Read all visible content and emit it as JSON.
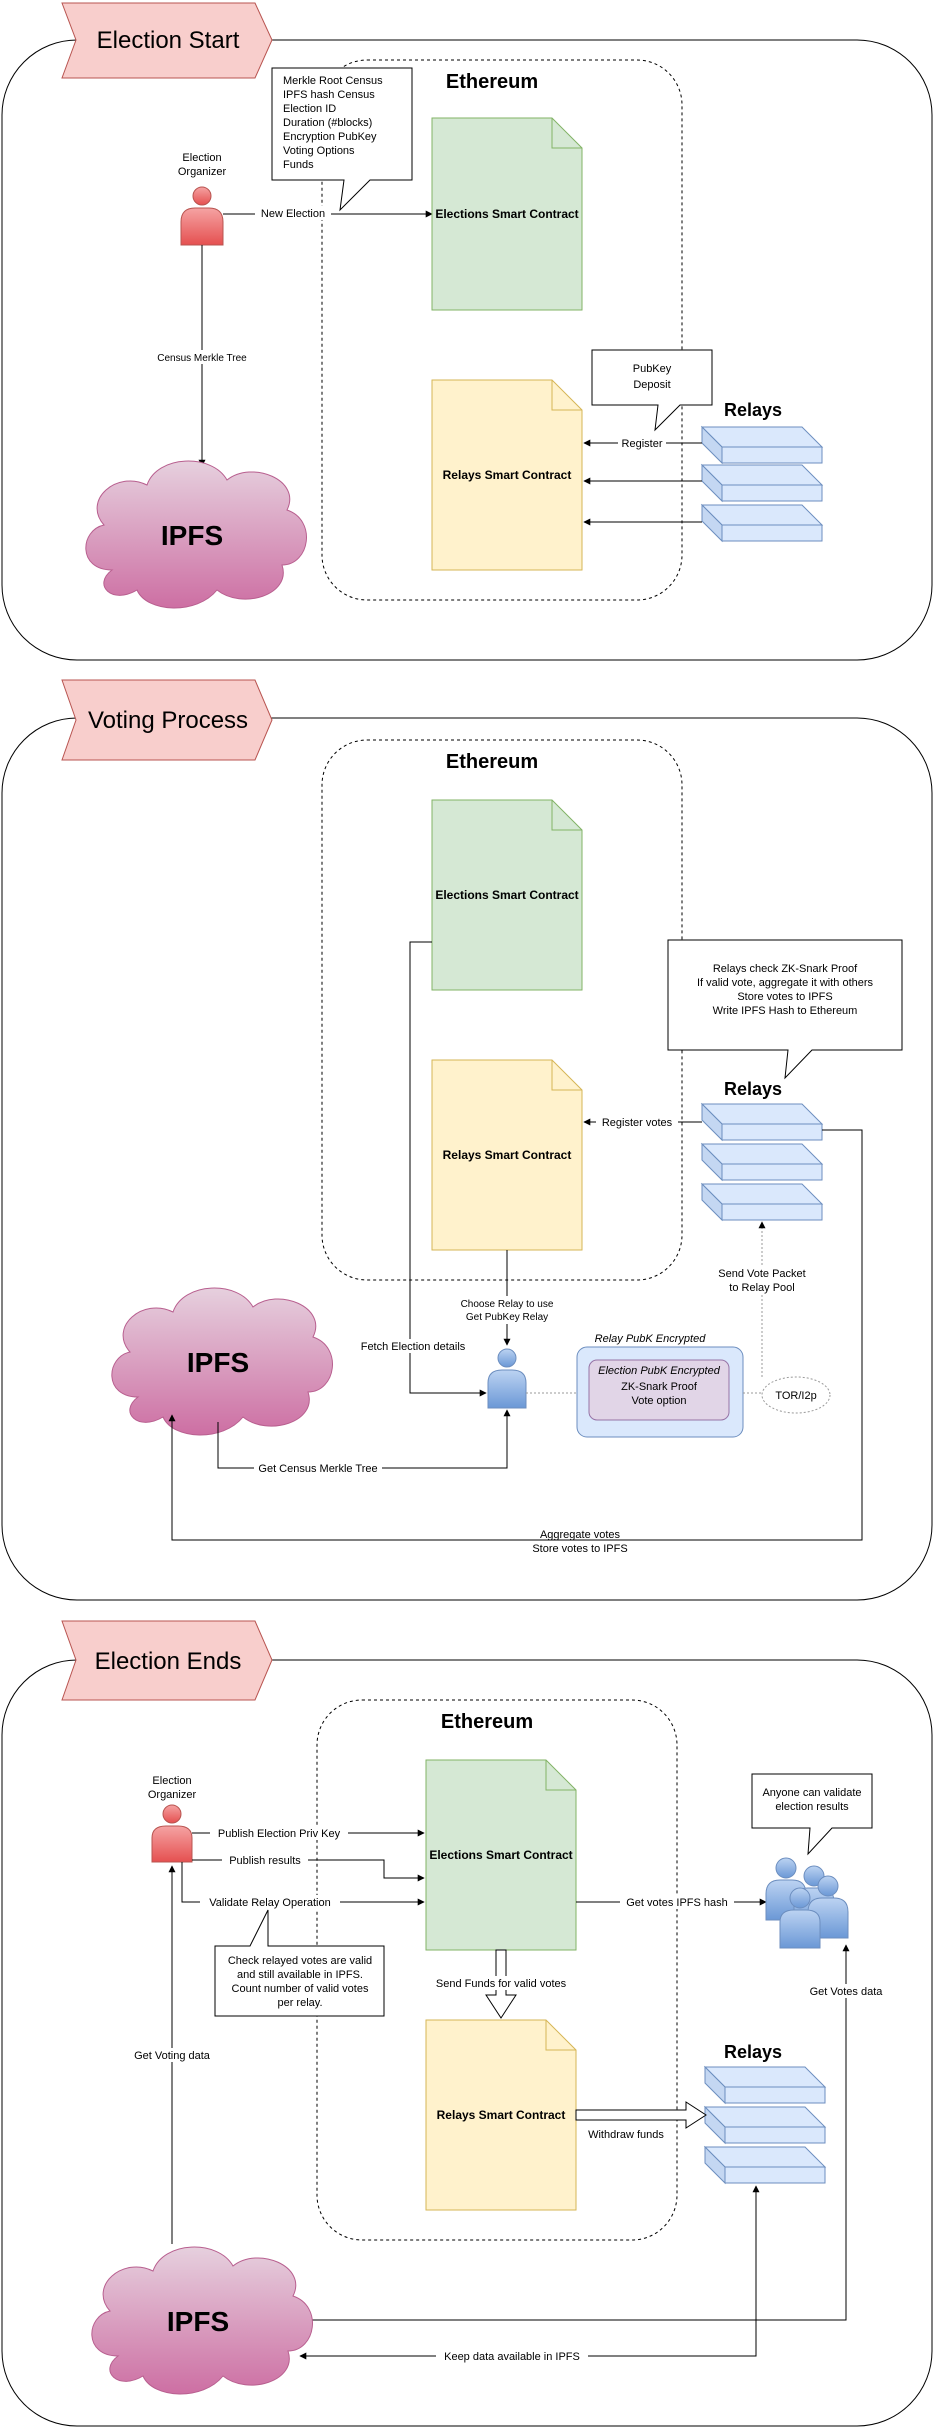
{
  "sections": {
    "start": {
      "title": "Election Start",
      "ethereum": "Ethereum",
      "organizer": [
        "Election",
        "Organizer"
      ],
      "callout": [
        "Merkle Root Census",
        "IPFS hash Census",
        "Election ID",
        "Duration (#blocks)",
        "Encryption PubKey",
        "Voting Options",
        "Funds"
      ],
      "new_election": "New Election",
      "census_tree": "Census Merkle Tree",
      "elections_contract": "Elections Smart Contract",
      "relays_contract": "Relays Smart Contract",
      "pubkey_callout": [
        "PubKey",
        "Deposit"
      ],
      "relays": "Relays",
      "register": "Register",
      "ipfs": "IPFS"
    },
    "voting": {
      "title": "Voting Process",
      "ethereum": "Ethereum",
      "elections_contract": "Elections Smart Contract",
      "relays_contract": "Relays Smart Contract",
      "relays": "Relays",
      "relays_callout": [
        "Relays check ZK-Snark Proof",
        "If valid vote, aggregate it with others",
        "Store votes to IPFS",
        "Write IPFS Hash to Ethereum"
      ],
      "register_votes": "Register votes",
      "choose_relay": [
        "Choose Relay to use",
        "Get PubKey Relay"
      ],
      "fetch_details": "Fetch Election details",
      "relay_pubk": "Relay PubK Encrypted",
      "election_pubk": "Election PubK Encrypted",
      "zk_proof": "ZK-Snark Proof",
      "vote_option": "Vote option",
      "tor": "TOR/I2p",
      "send_vote": [
        "Send Vote Packet",
        "to Relay Pool"
      ],
      "get_census": "Get Census Merkle Tree",
      "aggregate": [
        "Aggregate votes",
        "Store votes to IPFS"
      ],
      "ipfs": "IPFS"
    },
    "end": {
      "title": "Election Ends",
      "ethereum": "Ethereum",
      "organizer": [
        "Election",
        "Organizer"
      ],
      "publish_key": "Publish Election Priv Key",
      "publish_results": "Publish results",
      "validate_relay": "Validate Relay Operation",
      "check_callout": [
        "Check relayed votes are valid",
        "and still available in IPFS.",
        "Count number of valid votes",
        "per relay."
      ],
      "elections_contract": "Elections Smart Contract",
      "relays_contract": "Relays Smart Contract",
      "send_funds": "Send Funds for valid votes",
      "get_votes_hash": "Get votes IPFS hash",
      "anyone_callout": [
        "Anyone can validate",
        "election results"
      ],
      "get_votes_data": "Get Votes data",
      "relays": "Relays",
      "withdraw": "Withdraw funds",
      "get_voting_data": "Get Voting data",
      "keep_data": "Keep data available in IPFS",
      "ipfs": "IPFS"
    }
  },
  "colors": {
    "green_fill": "#d5e8d4",
    "green_stroke": "#82b366",
    "yellow_fill": "#fff2cc",
    "yellow_stroke": "#d6b656",
    "blue_fill": "#dae8fc",
    "blue_stroke": "#6c8ebf",
    "pink_fill": "#f8cecc",
    "pink_stroke": "#b85450",
    "purple_fill": "#e1d5e7",
    "purple_stroke": "#9673a6"
  }
}
